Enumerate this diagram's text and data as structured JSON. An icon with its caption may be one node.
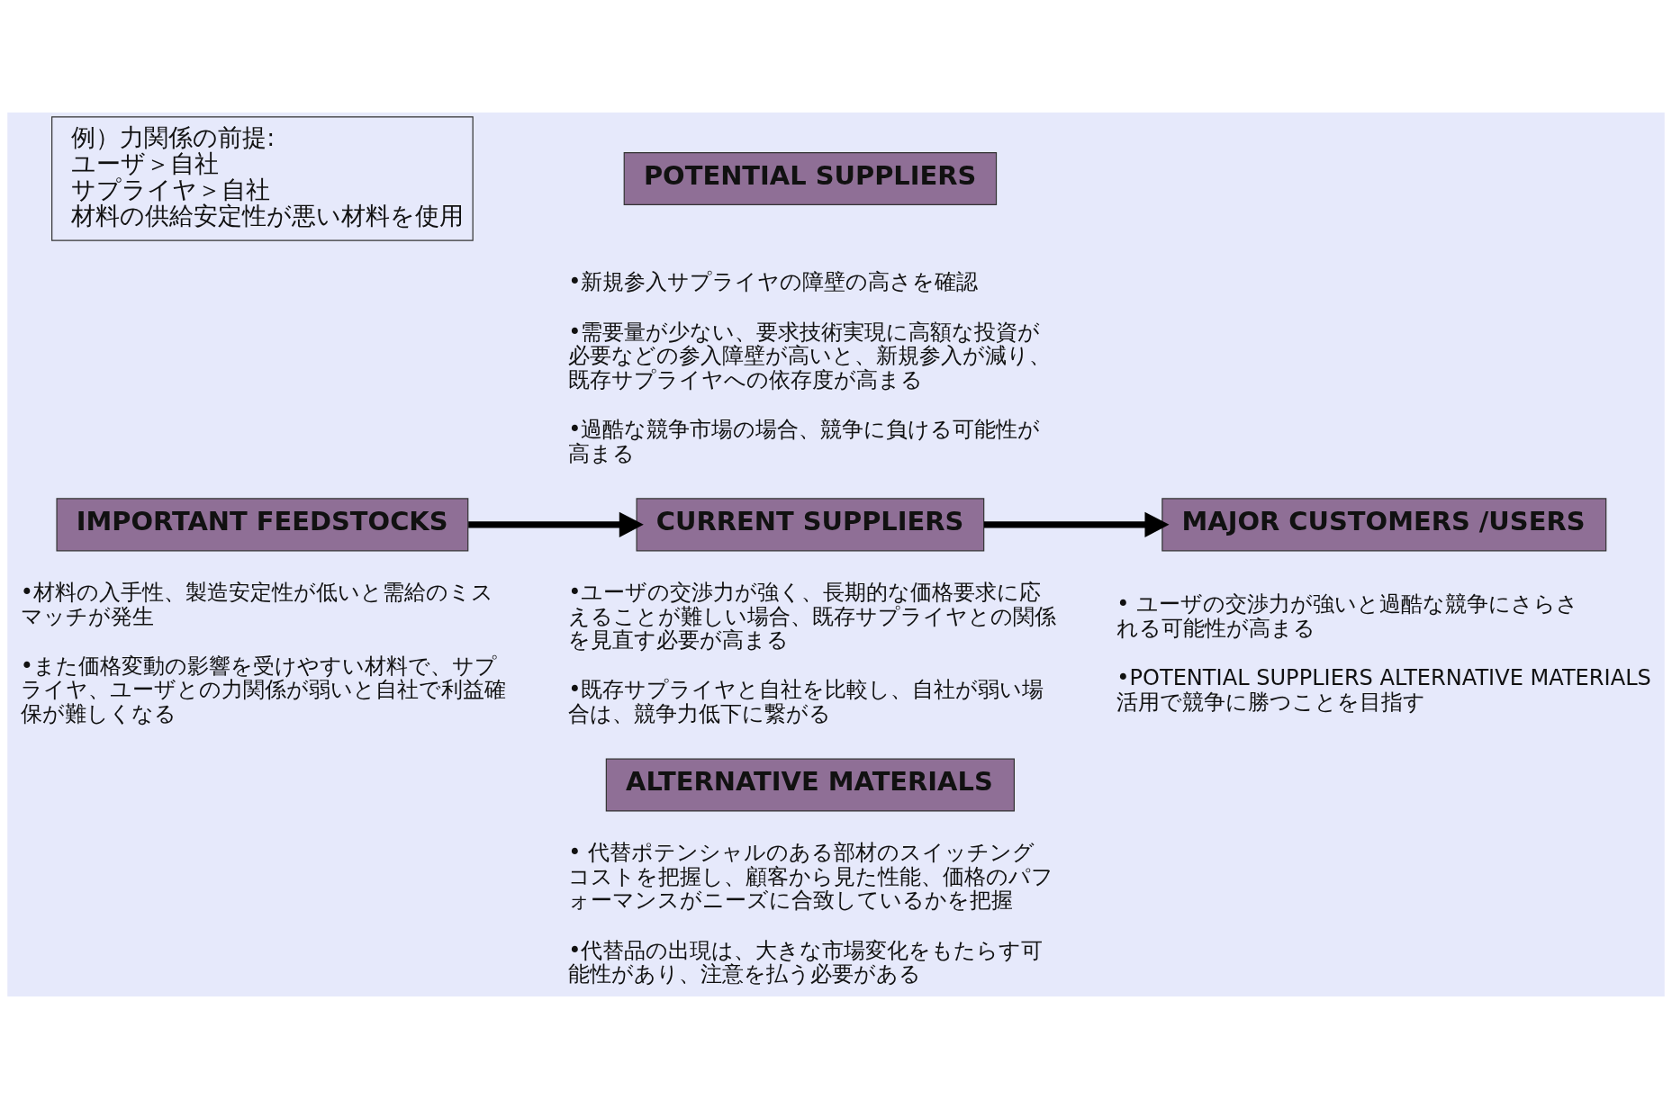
{
  "diagram": {
    "nodes": [
      {
        "text": [
          "例）力関係の前提:",
          "ユーザ＞自社",
          "サプライヤ＞自社",
          "材料の供給安定性が悪い材料を使用"
        ]
      },
      {
        "text": [
          "POTENTIAL SUPPLIERS"
        ],
        "beside": [
          "•新規参入サプライヤの障壁の高さを確認",
          "•需要量が少ない、要求技術実現に高額な投資が必要などの参入障壁が高いと、新規参入が減り、既存サプライヤへの依存度が高まる",
          "•過酷な競争市場の場合、競争に負ける可能性が高まる"
        ]
      },
      {
        "text": [
          "IMPORTANT FEEDSTOCKS"
        ],
        "beside": [
          "•材料の入手性、製造安定性が低いと需給のミスマッチが発生",
          "•また価格変動の影響を受けやすい材料で、サプライヤ、ユーザとの力関係が弱いと自社で利益確保が難しくなる"
        ]
      },
      {
        "text": [
          "CURRENT SUPPLIERS"
        ],
        "beside": [
          "•ユーザの交渉力が強く、長期的な価格要求に応えることが難しい場合、既存サプライヤとの関係を見直す必要が高まる",
          "•既存サプライヤと自社を比較し、自社が弱い場合は、競争力低下に繋がる"
        ]
      },
      {
        "text": [
          "MAJOR CUSTOMERS /USERS"
        ],
        "beside": [
          "• ユーザの交渉力が強いと過酷な競争にさらされる可能性が高まる",
          "•POTENTIAL SUPPLIERS ALTERNATIVE MATERIALS活用で競争に勝つことを目指す"
        ]
      },
      {
        "text": [
          "ALTERNATIVE MATERIALS"
        ],
        "beside": [
          "• 代替ポテンシャルのある部材のスイッチングコストを把握し、顧客から見た性能、価格のパフォーマンスがニーズに合致しているかを把握",
          "•代替品の出現は、大きな市場変化をもたらす可能性があり、注意を払う必要がある"
        ]
      }
    ],
    "edges": [
      {
        "from": 2,
        "to": 3,
        "arrow": "to"
      },
      {
        "from": 3,
        "to": 4,
        "arrow": "to"
      }
    ]
  }
}
